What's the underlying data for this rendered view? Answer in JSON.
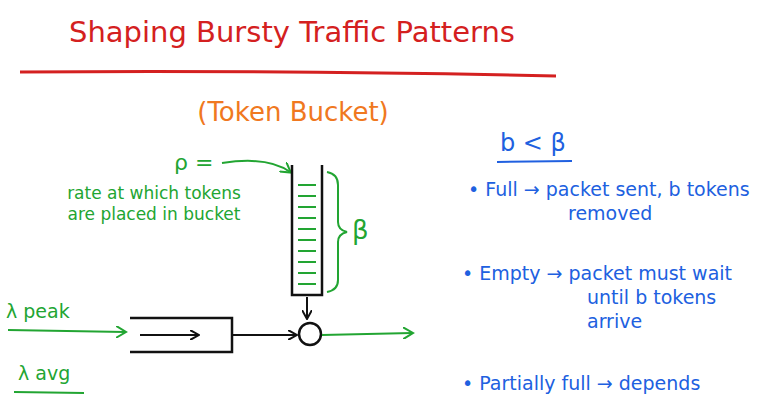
{
  "diagram": {
    "title": "Shaping Bursty Traffic Patterns",
    "labels": [
      "(Token Bucket)",
      "ρ =",
      "rate at which tokens are placed in bucket",
      "β",
      "λ peak",
      "λ avg",
      "b < β",
      "• Full → packet sent, b tokens removed",
      "• Empty → packet must wait until b tokens arrive",
      "• Partially full → depends"
    ]
  }
}
